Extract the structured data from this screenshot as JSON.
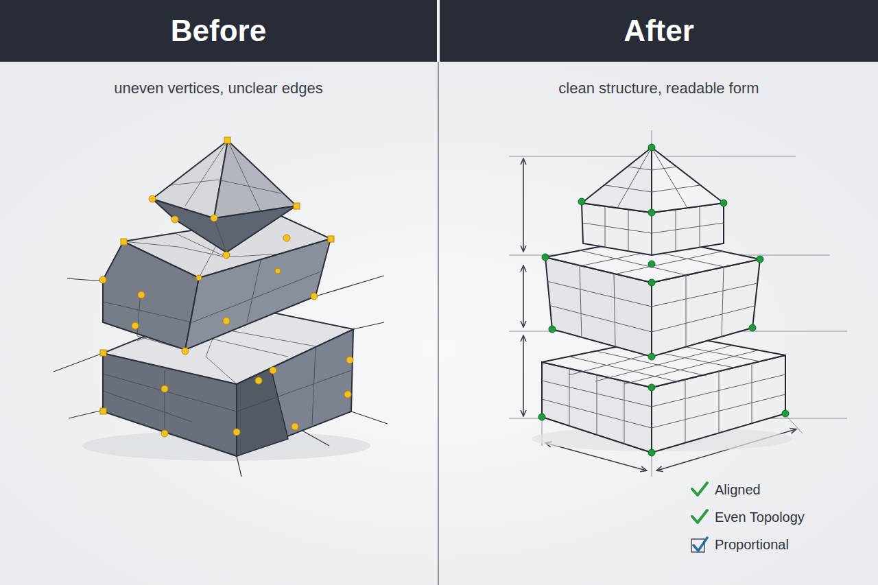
{
  "diagram": {
    "nodes": [
      {
        "text": [
          "Before"
        ]
      },
      {
        "text": [
          "After"
        ]
      }
    ],
    "labels": [
      "uneven vertices, unclear edges",
      "clean structure, readable form",
      "Aligned",
      "Even Topology",
      "Proportional"
    ]
  }
}
